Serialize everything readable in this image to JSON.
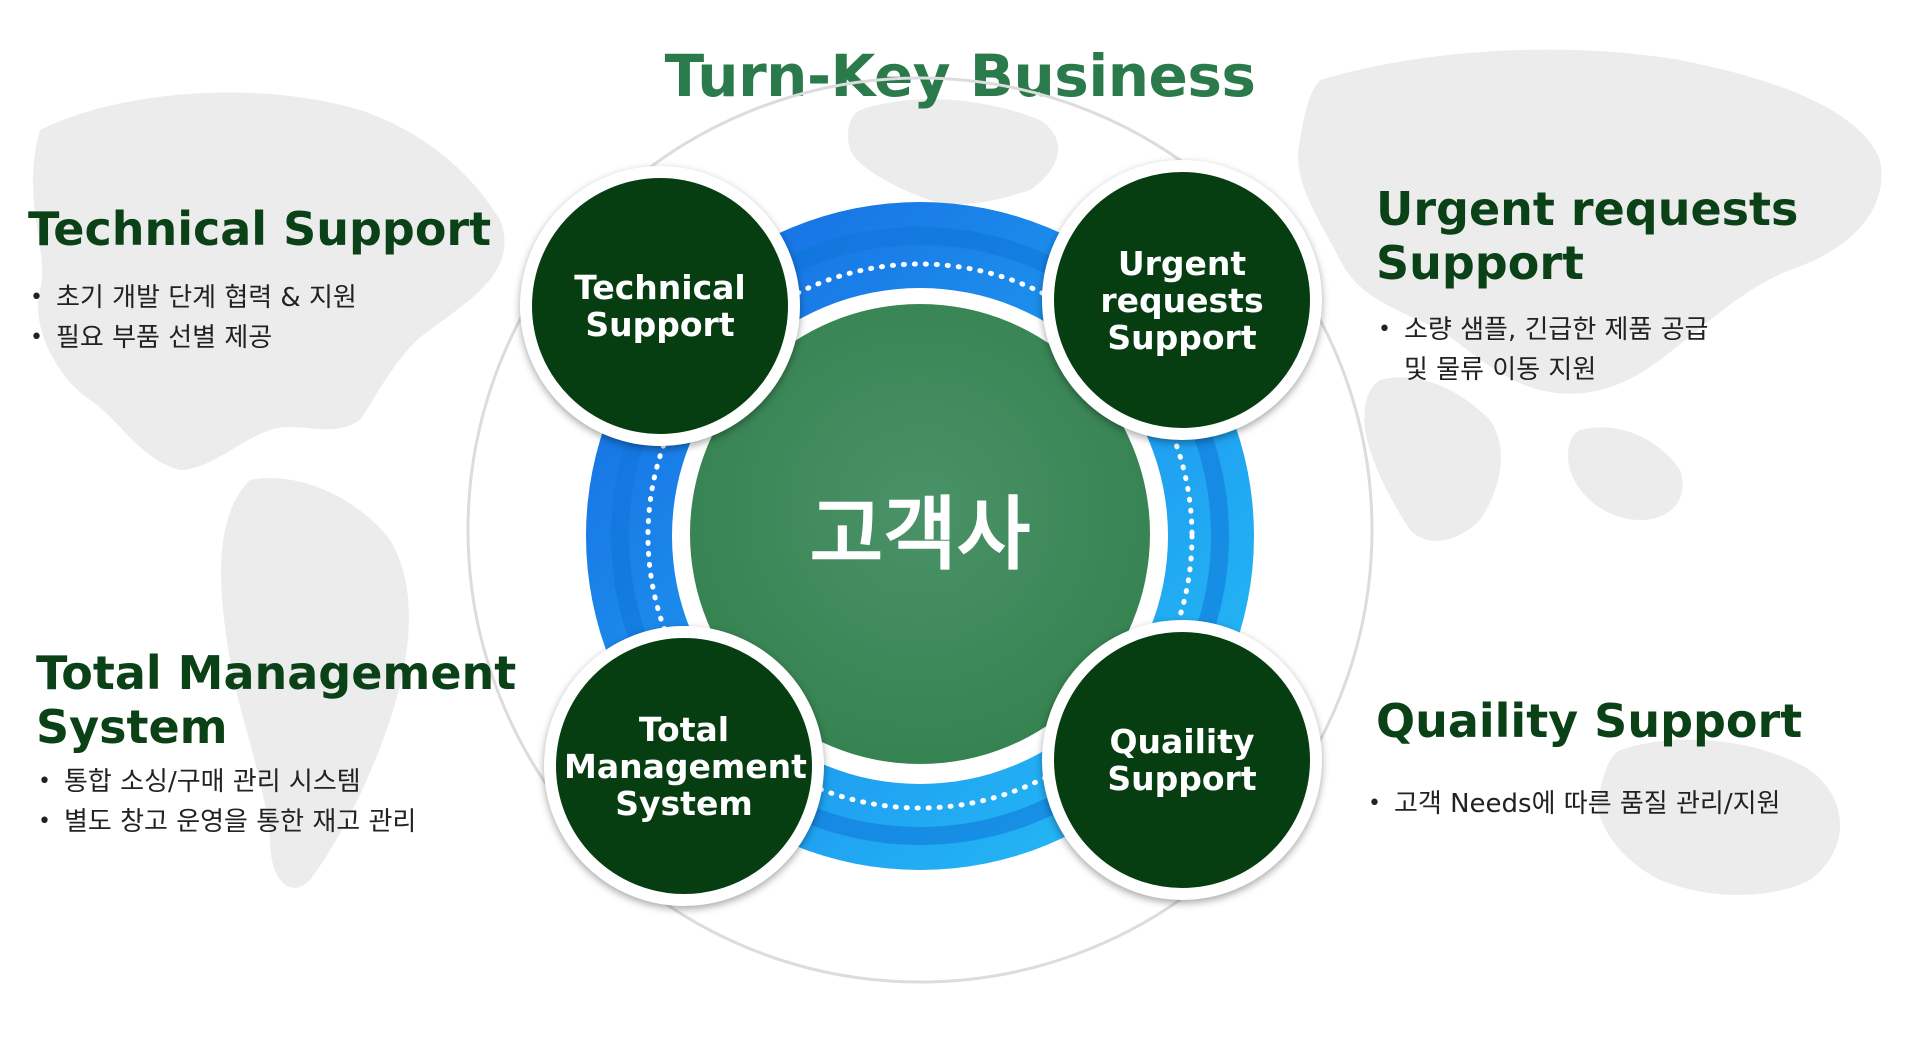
{
  "title": "Turn-Key Business",
  "center": {
    "label": "고객사"
  },
  "nodes": [
    {
      "label": "Technical\nSupport"
    },
    {
      "label": "Urgent\nrequests\nSupport"
    },
    {
      "label": "Total\nManagement\nSystem"
    },
    {
      "label": "Quaility\nSupport"
    }
  ],
  "sections": {
    "technical": {
      "heading": "Technical Support",
      "bullets": [
        "초기 개발 단계 협력 & 지원",
        "필요 부품 선별 제공"
      ]
    },
    "urgent": {
      "heading": "Urgent requests\nSupport",
      "bullets": [
        "소량 샘플, 긴급한 제품 공급\n및 물류 이동 지원"
      ]
    },
    "total": {
      "heading": "Total Management\nSystem",
      "bullets": [
        "통합 소싱/구매 관리 시스템",
        "별도 창고 운영을 통한 재고 관리"
      ]
    },
    "quality": {
      "heading": "Quaility Support",
      "bullets": [
        "고객 Needs에 따른 품질 관리/지원"
      ]
    }
  },
  "colors": {
    "title_green": "#2b7a4c",
    "heading_green": "#0b4116",
    "node_dark_green": "#063e12",
    "center_green": "#3d8a5c",
    "ring_blue": "#1e88e5",
    "ring_light_blue": "#29b6f6"
  }
}
